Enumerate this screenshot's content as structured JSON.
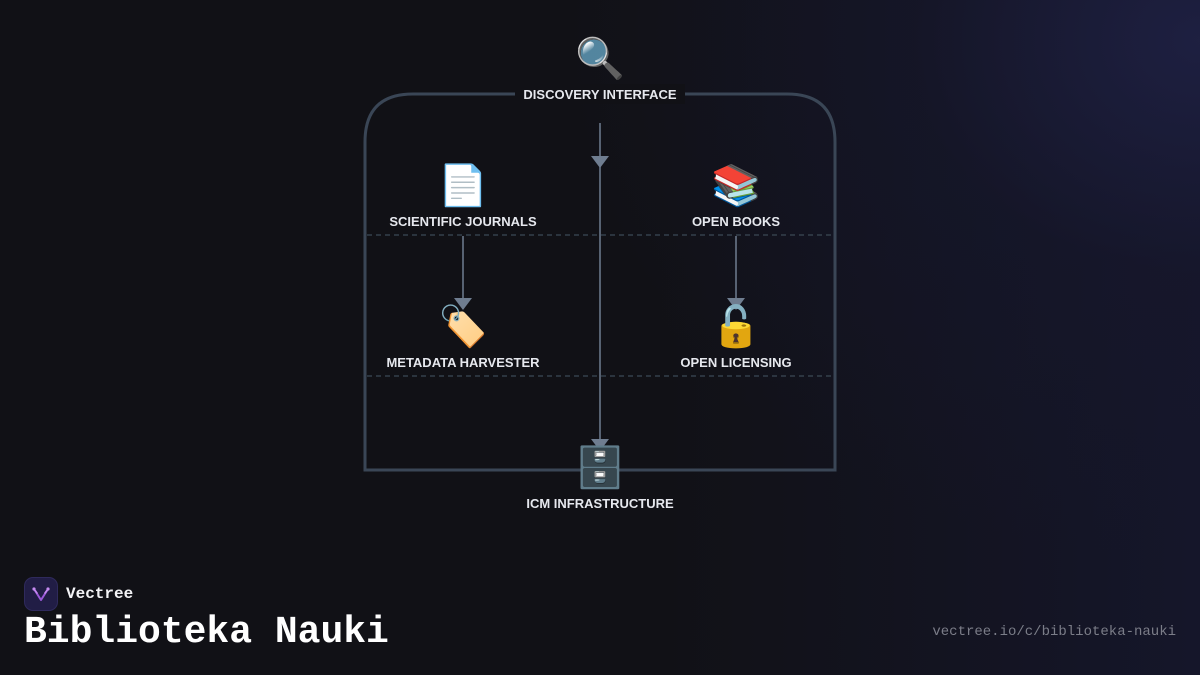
{
  "diagram": {
    "nodes": {
      "discovery": {
        "icon": "magnifying-glass-icon",
        "glyph": "🔍",
        "label": "DISCOVERY INTERFACE"
      },
      "journals": {
        "icon": "document-icon",
        "glyph": "📄",
        "label": "SCIENTIFIC JOURNALS"
      },
      "books": {
        "icon": "books-icon",
        "glyph": "📚",
        "label": "OPEN BOOKS"
      },
      "harvester": {
        "icon": "tag-icon",
        "glyph": "🏷️",
        "label": "METADATA HARVESTER"
      },
      "licensing": {
        "icon": "open-lock-icon",
        "glyph": "🔓",
        "label": "OPEN LICENSING"
      },
      "infrastructure": {
        "icon": "file-cabinet-icon",
        "glyph": "🗄️",
        "label": "ICM INFRASTRUCTURE"
      }
    },
    "edges": [
      {
        "from": "discovery",
        "to": "infrastructure"
      },
      {
        "from": "journals",
        "to": "harvester"
      },
      {
        "from": "books",
        "to": "licensing"
      }
    ]
  },
  "brand": {
    "name": "Vectree",
    "logo_icon": "vectree-logo-icon"
  },
  "page": {
    "title": "Biblioteka Nauki",
    "url": "vectree.io/c/biblioteka-nauki"
  },
  "colors": {
    "background": "#111116",
    "container_stroke": "#3a4656",
    "arrow": "#6f7d90",
    "label": "#e6e8ee",
    "logo_bg": "#211d45",
    "logo_accent": "#9b59d9"
  }
}
